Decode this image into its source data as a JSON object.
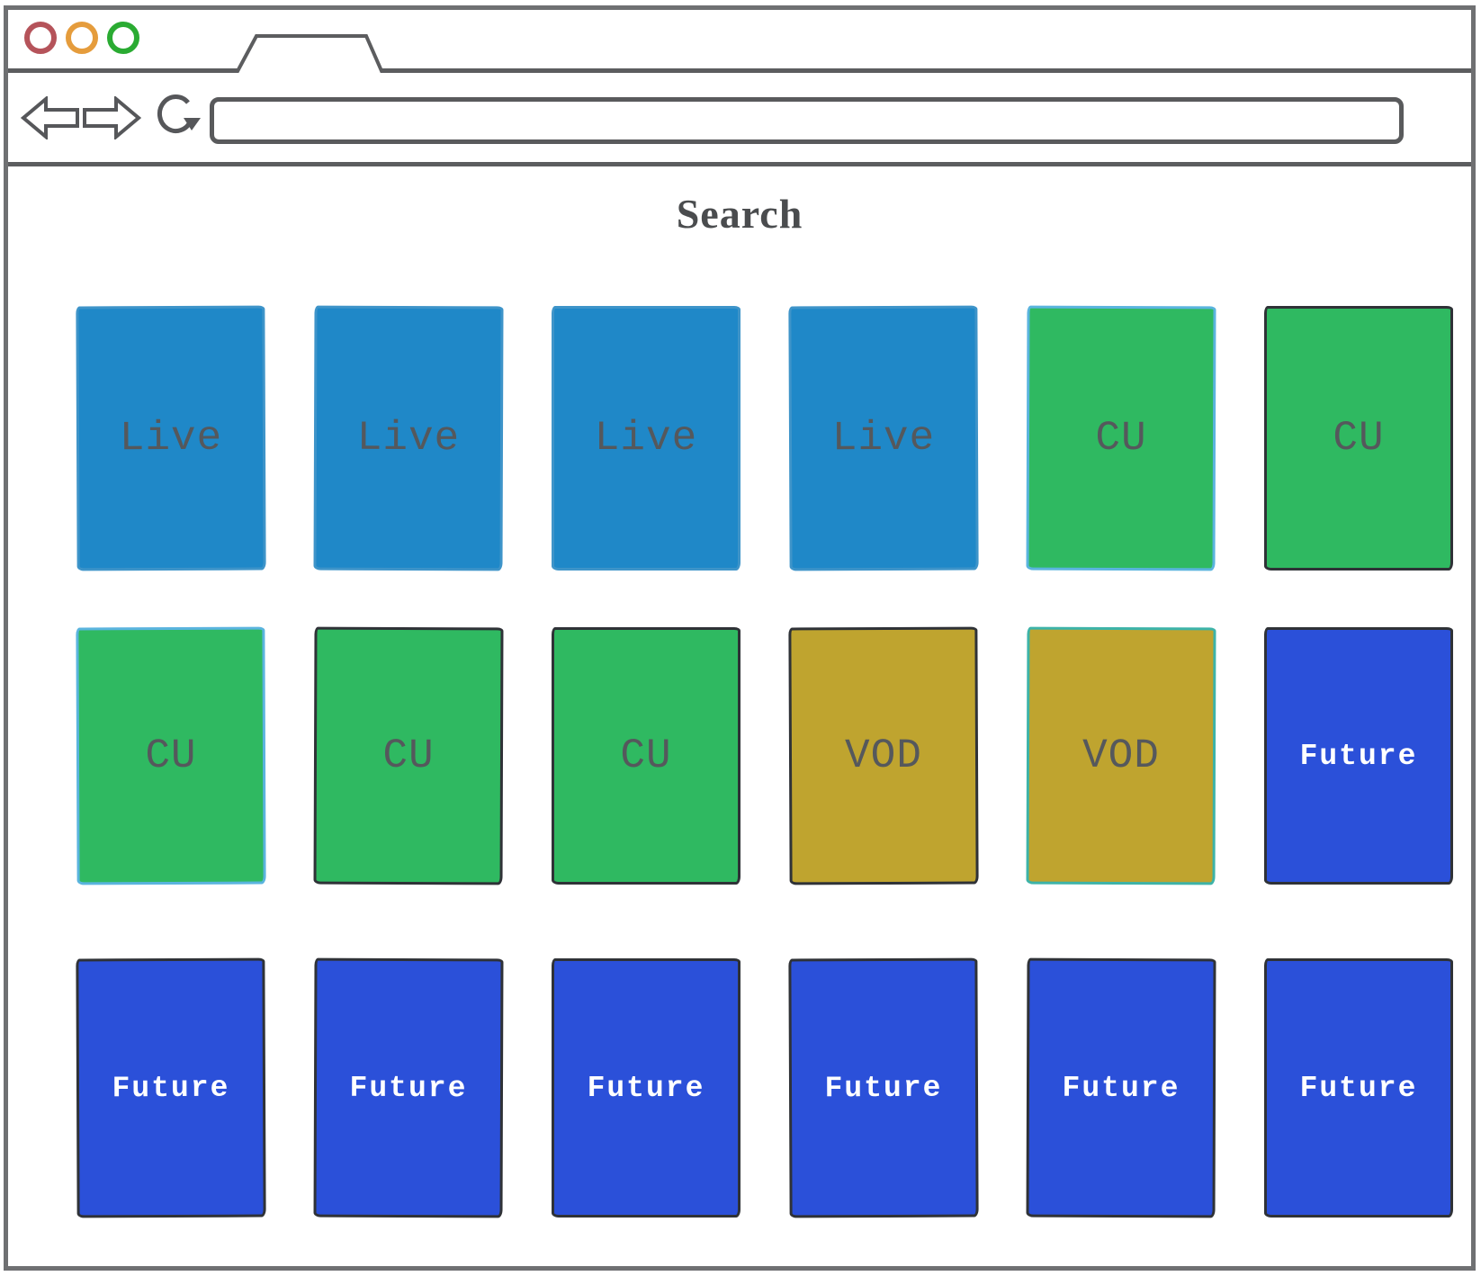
{
  "browser_chrome": {
    "traffic_lights": [
      {
        "name": "close-button",
        "color": "#b5535a"
      },
      {
        "name": "minimize-button",
        "color": "#e59c3c"
      },
      {
        "name": "maximize-button",
        "color": "#2aab32"
      }
    ],
    "icons": {
      "back": "left-block-arrow-icon",
      "forward": "right-block-arrow-icon",
      "reload": "circular-reload-arrow-icon",
      "tab": "browser-tab-outline"
    },
    "address_bar": {
      "value": "",
      "placeholder": ""
    }
  },
  "page": {
    "title": "Search"
  },
  "card_types": {
    "live": {
      "fill": "#1f88c8",
      "text_color": "#55585c"
    },
    "cu": {
      "fill": "#2fb961",
      "text_color": "#55585c"
    },
    "vod": {
      "fill": "#bfa42f",
      "text_color": "#55585c"
    },
    "future": {
      "fill": "#2b50d9",
      "text_color": "#ffffff"
    }
  },
  "border_styles": {
    "soft": "#3e94c9",
    "blue": "#5ab4de",
    "dark": "#2f3237",
    "teal": "#3db3a8"
  },
  "grid": {
    "rows": [
      {
        "cards": [
          {
            "label": "Live",
            "type": "live",
            "border": "soft"
          },
          {
            "label": "Live",
            "type": "live",
            "border": "soft"
          },
          {
            "label": "Live",
            "type": "live",
            "border": "soft"
          },
          {
            "label": "Live",
            "type": "live",
            "border": "soft"
          },
          {
            "label": "CU",
            "type": "cu",
            "border": "blue"
          },
          {
            "label": "CU",
            "type": "cu",
            "border": "dark"
          }
        ]
      },
      {
        "cards": [
          {
            "label": "CU",
            "type": "cu",
            "border": "blue"
          },
          {
            "label": "CU",
            "type": "cu",
            "border": "dark"
          },
          {
            "label": "CU",
            "type": "cu",
            "border": "dark"
          },
          {
            "label": "VOD",
            "type": "vod",
            "border": "dark"
          },
          {
            "label": "VOD",
            "type": "vod",
            "border": "teal"
          },
          {
            "label": "Future",
            "type": "future",
            "border": "dark"
          }
        ]
      },
      {
        "cards": [
          {
            "label": "Future",
            "type": "future",
            "border": "dark"
          },
          {
            "label": "Future",
            "type": "future",
            "border": "dark"
          },
          {
            "label": "Future",
            "type": "future",
            "border": "dark"
          },
          {
            "label": "Future",
            "type": "future",
            "border": "dark"
          },
          {
            "label": "Future",
            "type": "future",
            "border": "dark"
          },
          {
            "label": "Future",
            "type": "future",
            "border": "dark"
          }
        ]
      }
    ]
  }
}
